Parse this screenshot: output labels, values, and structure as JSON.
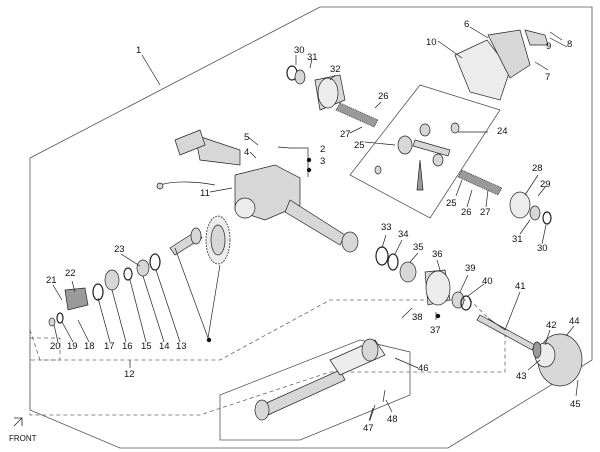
{
  "callouts": {
    "c1": "1",
    "c2": "2",
    "c3": "3",
    "c4": "4",
    "c5": "5",
    "c6": "6",
    "c7": "7",
    "c8": "8",
    "c9": "9",
    "c10": "10",
    "c11": "11",
    "c12": "12",
    "c13": "13",
    "c14": "14",
    "c15": "15",
    "c16": "16",
    "c17": "17",
    "c18": "18",
    "c19": "19",
    "c20": "20",
    "c21": "21",
    "c22": "22",
    "c23": "23",
    "c24": "24",
    "c25a": "25",
    "c25b": "25",
    "c26a": "26",
    "c26b": "26",
    "c27a": "27",
    "c27b": "27",
    "c28": "28",
    "c29": "29",
    "c30a": "30",
    "c30b": "30",
    "c31a": "31",
    "c31b": "31",
    "c32": "32",
    "c33": "33",
    "c34": "34",
    "c35": "35",
    "c36": "36",
    "c37": "37",
    "c38": "38",
    "c39": "39",
    "c40": "40",
    "c41": "41",
    "c42": "42",
    "c43": "43",
    "c44": "44",
    "c45": "45",
    "c46": "46",
    "c47": "47",
    "c48": "48"
  },
  "front_label": "FRONT"
}
